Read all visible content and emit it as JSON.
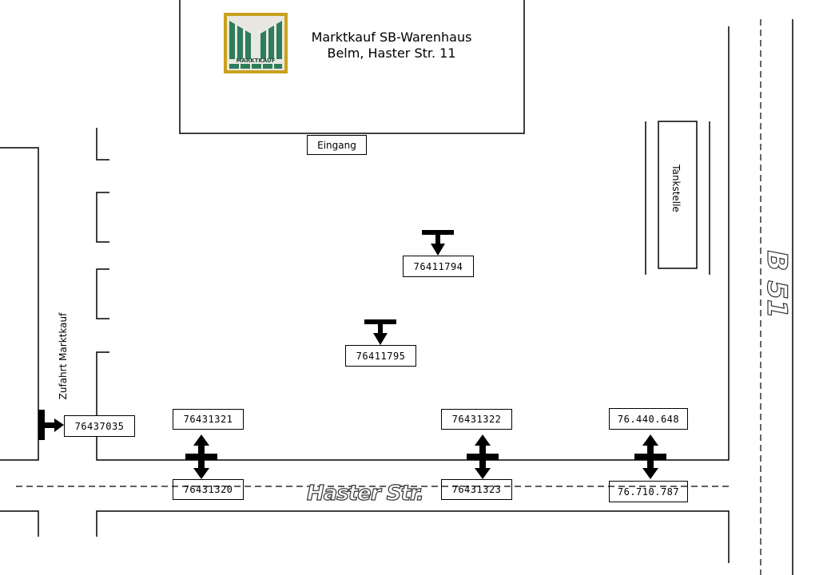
{
  "store": {
    "name": "Marktkauf SB-Warenhaus",
    "address": "Belm, Haster Str. 11",
    "logo_text": "MARKTKAUF",
    "logo_colors": {
      "background": "#c9a21e",
      "stripes": "#2e7d5b",
      "frame": "#e8e8e0"
    }
  },
  "entrance_label": "Eingang",
  "gas_station_label": "Tankstelle",
  "access_road_label": "Zufahrt Marktkauf",
  "street_label": "Haster Str.",
  "highway_label": "B 51",
  "markers": [
    {
      "id": "76411794",
      "symbol": "t-arrow-down"
    },
    {
      "id": "76411795",
      "symbol": "t-arrow-down"
    },
    {
      "id": "76437035",
      "symbol": "t-arrow-right"
    },
    {
      "id": "76431321",
      "symbol": "cross-arrow-up"
    },
    {
      "id": "76431320",
      "symbol": "cross-arrow-down"
    },
    {
      "id": "76431322",
      "symbol": "cross-arrow-up"
    },
    {
      "id": "76431323",
      "symbol": "cross-arrow-down"
    },
    {
      "id": "76.440.648",
      "symbol": "cross-arrow-up"
    },
    {
      "id": "76.710.787",
      "symbol": "cross-arrow-down"
    }
  ],
  "colors": {
    "line": "#000000",
    "background": "#ffffff"
  }
}
